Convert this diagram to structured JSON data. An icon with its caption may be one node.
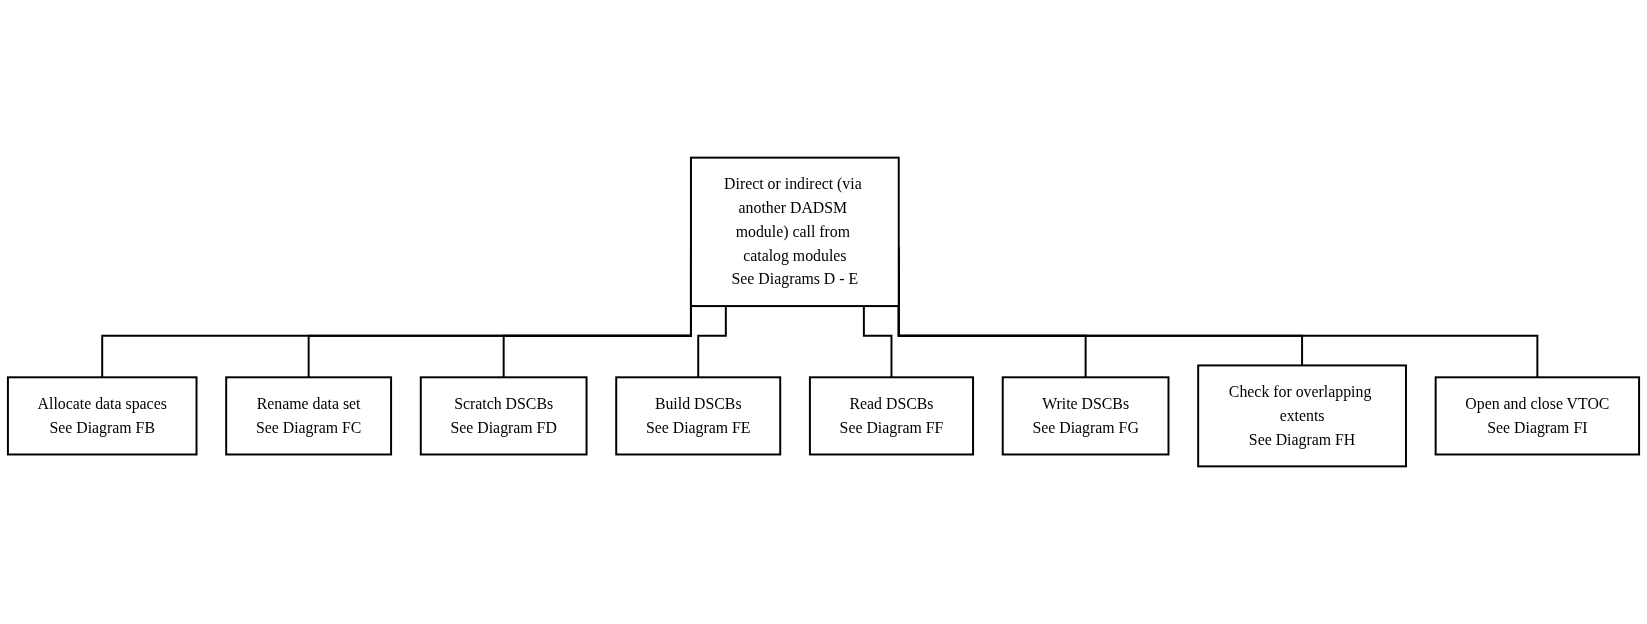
{
  "diagram": {
    "nodes": [
      {
        "text": [
          "Direct or indirect (via another DADSM module) call from catalog modules",
          "See Diagrams D - E"
        ]
      },
      {
        "text": [
          "Allocate data spaces",
          "See Diagram FB"
        ]
      },
      {
        "text": [
          "Rename data set",
          "See Diagram FC"
        ]
      },
      {
        "text": [
          "Scratch DSCBs",
          "See Diagram FD"
        ]
      },
      {
        "text": [
          "Build DSCBs",
          "See Diagram FE"
        ]
      },
      {
        "text": [
          "Read DSCBs",
          "See Diagram FF"
        ]
      },
      {
        "text": [
          "Write DSCBs",
          "See Diagram FG"
        ]
      },
      {
        "text": [
          "Check for overlapping extents",
          "See Diagram FH"
        ]
      },
      {
        "text": [
          "Open and close VTOC",
          "See Diagram FI"
        ]
      }
    ],
    "edges": [
      {
        "from": 0,
        "to": 1,
        "arrow": "none"
      },
      {
        "from": 0,
        "to": 2,
        "arrow": "none"
      },
      {
        "from": 0,
        "to": 3,
        "arrow": "none"
      },
      {
        "from": 0,
        "to": 4,
        "arrow": "none"
      },
      {
        "from": 0,
        "to": 5,
        "arrow": "none"
      },
      {
        "from": 0,
        "to": 6,
        "arrow": "none"
      },
      {
        "from": 0,
        "to": 7,
        "arrow": "none"
      },
      {
        "from": 0,
        "to": 8,
        "arrow": "none"
      }
    ]
  }
}
